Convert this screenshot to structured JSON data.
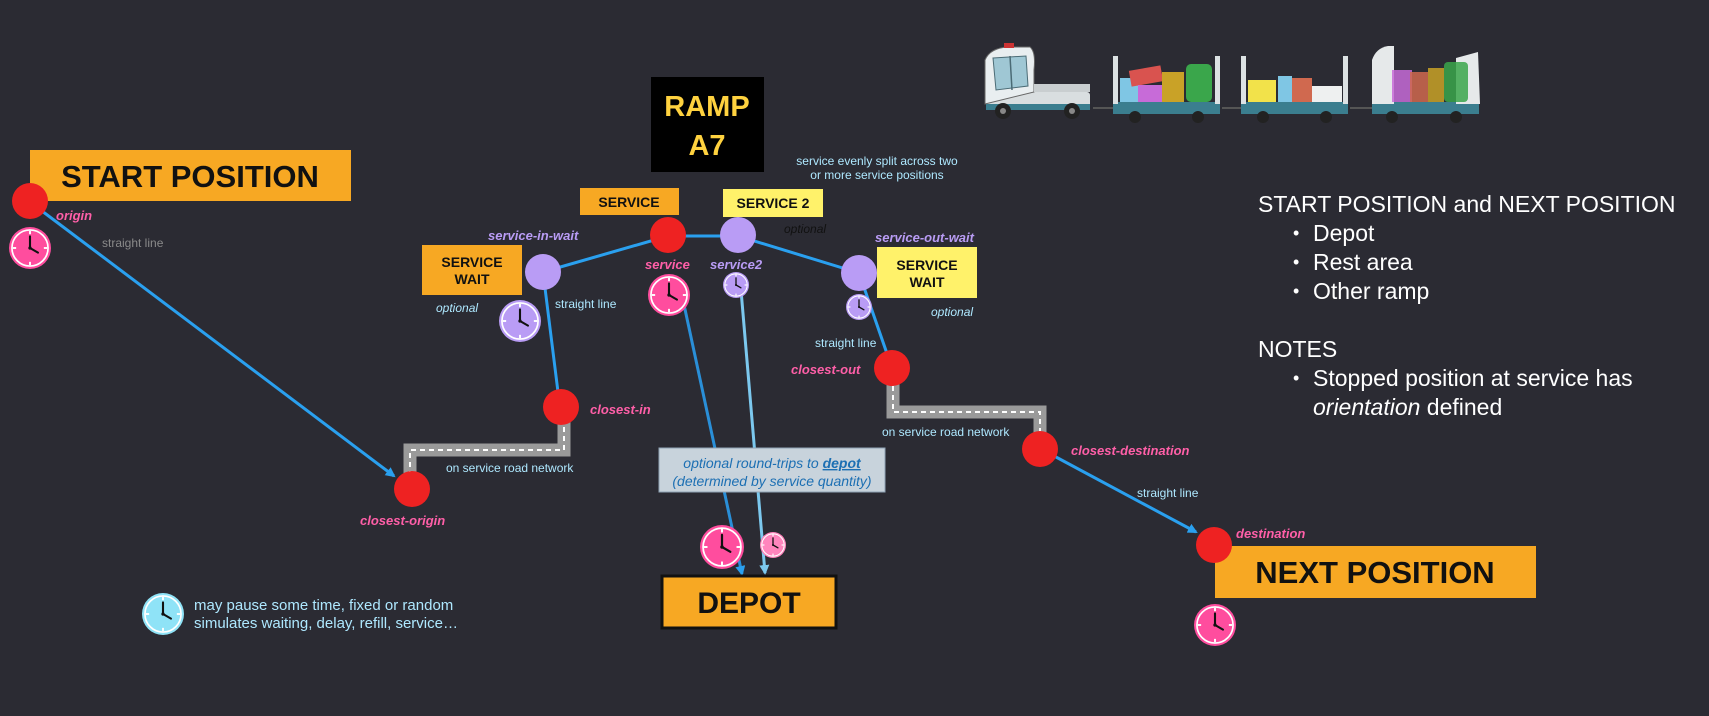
{
  "boxes": {
    "start_position": "START POSITION",
    "next_position": "NEXT POSITION",
    "depot": "DEPOT",
    "ramp_line1": "RAMP",
    "ramp_line2": "A7",
    "service": "SERVICE",
    "service2": "SERVICE 2",
    "service_wait_line1": "SERVICE",
    "service_wait_line2": "WAIT",
    "service_out_wait_line1": "SERVICE",
    "service_out_wait_line2": "WAIT"
  },
  "nodes": {
    "origin": "origin",
    "closest_origin": "closest-origin",
    "closest_in": "closest-in",
    "service_in_wait": "service-in-wait",
    "service": "service",
    "service2": "service2",
    "service_out_wait": "service-out-wait",
    "closest_out": "closest-out",
    "closest_destination": "closest-destination",
    "destination": "destination"
  },
  "annotations": {
    "straight_line": "straight line",
    "on_service_road_network": "on service road network",
    "optional": "optional",
    "service_split_line1": "service evenly split across two",
    "service_split_line2": "or more service positions",
    "round_trips_prefix": "optional round-trips to ",
    "round_trips_link": "depot",
    "round_trips_line2": "(determined by service quantity)"
  },
  "legend": {
    "line1": "may pause some time, fixed or random",
    "line2": "simulates waiting, delay, refill, service…"
  },
  "side_panel": {
    "heading1": "START POSITION and NEXT POSITION",
    "list1": [
      "Depot",
      "Rest area",
      "Other ramp"
    ],
    "heading2": "NOTES",
    "note_line1": "Stopped position at service has",
    "note_em": "orientation",
    "note_rest": " defined"
  },
  "colors": {
    "background": "#2b2b33",
    "orange": "#f7a823",
    "yellow": "#fff26a",
    "red_node": "#ee2222",
    "violet_node": "#b99cf5",
    "pink_clock": "#ff4d9e",
    "cyan_clock": "#8fe3f7",
    "path_blue": "#2aa0ef",
    "road_grey": "#9a9a9a"
  }
}
